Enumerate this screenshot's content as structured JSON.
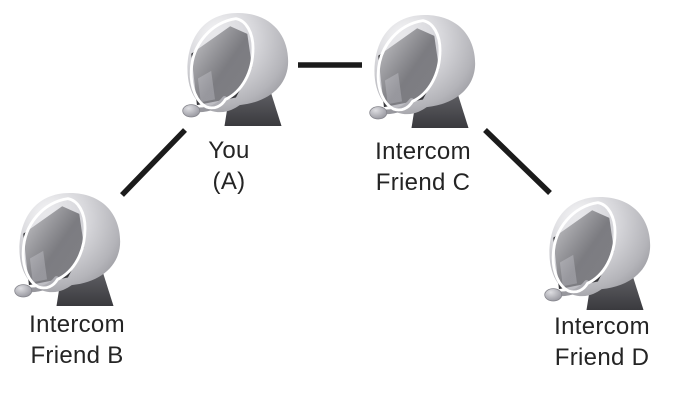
{
  "diagram": {
    "title": "Four-way intercom chain diagram",
    "background_color": "#ffffff",
    "line_color": "#1b1b1b",
    "text_color": "#242424",
    "nodes": [
      {
        "id": "you",
        "icon": "helmet-headset-icon",
        "line1": "You",
        "line2": "(A)"
      },
      {
        "id": "friend-c",
        "icon": "helmet-headset-icon",
        "line1": "Intercom",
        "line2": "Friend C"
      },
      {
        "id": "friend-b",
        "icon": "helmet-headset-icon",
        "line1": "Intercom",
        "line2": "Friend B"
      },
      {
        "id": "friend-d",
        "icon": "helmet-headset-icon",
        "line1": "Intercom",
        "line2": "Friend D"
      }
    ],
    "connections": [
      {
        "from": "you",
        "to": "friend-c"
      },
      {
        "from": "friend-b",
        "to": "you"
      },
      {
        "from": "friend-c",
        "to": "friend-d"
      }
    ]
  }
}
